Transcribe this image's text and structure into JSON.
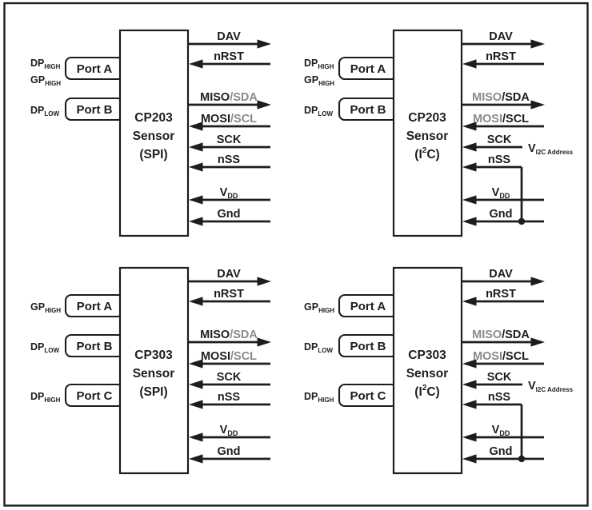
{
  "palette": {
    "bg": "#ffffff",
    "ink": "#1d1d1d",
    "muted": "#8a8a8a"
  },
  "signals": [
    {
      "label": "DAV",
      "dir": "out"
    },
    {
      "label": "nRST",
      "dir": "in"
    },
    {
      "label": "MISO",
      "alt": "/SDA",
      "dir": "out"
    },
    {
      "label": "MOSI",
      "alt": "/SCL",
      "dir": "in"
    },
    {
      "label": "SCK",
      "dir": "in"
    },
    {
      "label": "nSS",
      "dir": "in"
    },
    {
      "label": "V",
      "sub": "DD",
      "dir": "in"
    },
    {
      "label": "Gnd",
      "dir": "in"
    }
  ],
  "i2c_annotation": {
    "label": "V",
    "sub": "I2C Address"
  },
  "sensors": [
    {
      "chip": "CP203",
      "type_label": "Sensor",
      "interface_label": "(SPI)",
      "ports": [
        {
          "label": "Port A",
          "pins": [
            {
              "t": "DP",
              "sub": "HIGH"
            },
            {
              "t": "GP",
              "sub": "HIGH"
            }
          ]
        },
        {
          "label": "Port B",
          "pins": [
            {
              "t": "DP",
              "sub": "LOW"
            }
          ]
        }
      ]
    },
    {
      "chip": "CP203",
      "type_label": "Sensor",
      "interface_pre": "(I",
      "interface_sup": "2",
      "interface_post": "C)",
      "ports": [
        {
          "label": "Port A",
          "pins": [
            {
              "t": "DP",
              "sub": "HIGH"
            },
            {
              "t": "GP",
              "sub": "HIGH"
            }
          ]
        },
        {
          "label": "Port B",
          "pins": [
            {
              "t": "DP",
              "sub": "LOW"
            }
          ]
        }
      ]
    },
    {
      "chip": "CP303",
      "type_label": "Sensor",
      "interface_label": "(SPI)",
      "ports": [
        {
          "label": "Port A",
          "pins": [
            {
              "t": "GP",
              "sub": "HIGH"
            }
          ]
        },
        {
          "label": "Port B",
          "pins": [
            {
              "t": "DP",
              "sub": "LOW"
            }
          ]
        },
        {
          "label": "Port C",
          "pins": [
            {
              "t": "DP",
              "sub": "HIGH"
            }
          ]
        }
      ]
    },
    {
      "chip": "CP303",
      "type_label": "Sensor",
      "interface_pre": "(I",
      "interface_sup": "2",
      "interface_post": "C)",
      "ports": [
        {
          "label": "Port A",
          "pins": [
            {
              "t": "GP",
              "sub": "HIGH"
            }
          ]
        },
        {
          "label": "Port B",
          "pins": [
            {
              "t": "DP",
              "sub": "LOW"
            }
          ]
        },
        {
          "label": "Port C",
          "pins": [
            {
              "t": "DP",
              "sub": "HIGH"
            }
          ]
        }
      ]
    }
  ]
}
